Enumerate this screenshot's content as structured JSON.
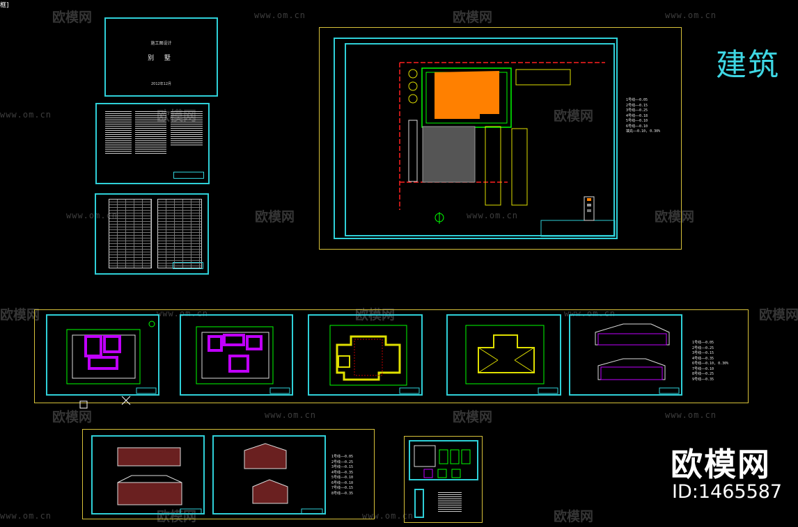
{
  "corner_label": "框]",
  "cover_sheet": {
    "header": "施工图设计",
    "title": "别 墅",
    "date": "2012年12月"
  },
  "big_side_text": "建筑",
  "watermark": {
    "brand": "欧模网",
    "url": "www.om.cn",
    "id": "ID:1465587"
  },
  "site_legend": [
    "1号线——0.05",
    "2号线——0.15",
    "3号线——0.25",
    "4号线——0.18",
    "5号线——0.10",
    "6号线——0.10",
    "填充——0.10, 0.30%"
  ],
  "plan_legend": [
    "1号线——0.05",
    "2号线——0.25",
    "3号线——0.15",
    "4号线——0.35",
    "6号线——0.10, 0.30%",
    "7号线——0.10",
    "8号线——0.25",
    "9号线——0.35"
  ],
  "elev_legend": [
    "1号线——0.05",
    "2号线——0.25",
    "3号线——0.15",
    "4号线——0.35",
    "5号线——0.10",
    "6号线——0.10",
    "7号线——0.15",
    "8号线——0.35"
  ],
  "colors": {
    "frame": "#2fd0d8",
    "outer": "#d8c23a",
    "building": "#ff8000",
    "wall": "#c000ff",
    "grid": "#00ff00",
    "road": "#ff2020"
  }
}
